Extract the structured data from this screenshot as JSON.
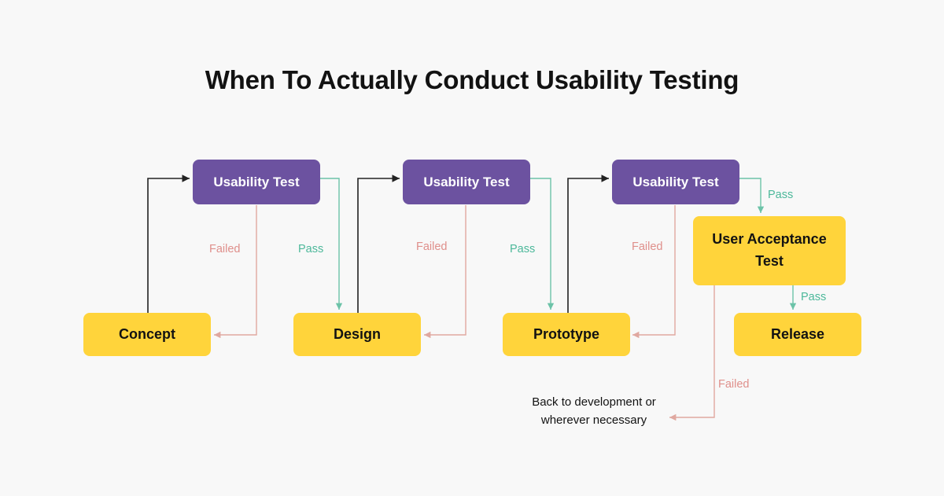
{
  "page": {
    "title": "When To Actually Conduct Usability Testing",
    "background_color": "#f8f8f8"
  },
  "colors": {
    "test_box": "#6c52a0",
    "stage_box": "#ffd43b",
    "pass": "#4cb89a",
    "failed": "#df8f8b",
    "flow_arrow": "#222222",
    "text_dark": "#121212",
    "text_light": "#ffffff"
  },
  "nodes": {
    "concept": "Concept",
    "design": "Design",
    "prototype": "Prototype",
    "release": "Release",
    "usability_test_1": "Usability Test",
    "usability_test_2": "Usability Test",
    "usability_test_3": "Usability Test",
    "user_acceptance_test": "User Acceptance Test"
  },
  "edge_labels": {
    "failed_1": "Failed",
    "pass_1": "Pass",
    "failed_2": "Failed",
    "pass_2": "Pass",
    "failed_3": "Failed",
    "pass_3": "Pass",
    "pass_4": "Pass",
    "failed_4": "Failed"
  },
  "notes": {
    "back_to_development": "Back to development or\nwherever necessary"
  },
  "chart_data": {
    "type": "diagram",
    "title": "When To Actually Conduct Usability Testing",
    "nodes": [
      {
        "id": "concept",
        "label": "Concept",
        "kind": "stage"
      },
      {
        "id": "ut1",
        "label": "Usability Test",
        "kind": "test"
      },
      {
        "id": "design",
        "label": "Design",
        "kind": "stage"
      },
      {
        "id": "ut2",
        "label": "Usability Test",
        "kind": "test"
      },
      {
        "id": "prototype",
        "label": "Prototype",
        "kind": "stage"
      },
      {
        "id": "ut3",
        "label": "Usability Test",
        "kind": "test"
      },
      {
        "id": "uat",
        "label": "User Acceptance Test",
        "kind": "stage"
      },
      {
        "id": "release",
        "label": "Release",
        "kind": "stage"
      }
    ],
    "edges": [
      {
        "from": "concept",
        "to": "ut1",
        "label": "",
        "kind": "flow"
      },
      {
        "from": "ut1",
        "to": "concept",
        "label": "Failed",
        "kind": "failed"
      },
      {
        "from": "ut1",
        "to": "design",
        "label": "Pass",
        "kind": "pass"
      },
      {
        "from": "design",
        "to": "ut2",
        "label": "",
        "kind": "flow"
      },
      {
        "from": "ut2",
        "to": "design",
        "label": "Failed",
        "kind": "failed"
      },
      {
        "from": "ut2",
        "to": "prototype",
        "label": "Pass",
        "kind": "pass"
      },
      {
        "from": "prototype",
        "to": "ut3",
        "label": "",
        "kind": "flow"
      },
      {
        "from": "ut3",
        "to": "prototype",
        "label": "Failed",
        "kind": "failed"
      },
      {
        "from": "ut3",
        "to": "uat",
        "label": "Pass",
        "kind": "pass"
      },
      {
        "from": "uat",
        "to": "release",
        "label": "Pass",
        "kind": "pass"
      },
      {
        "from": "uat",
        "to": "back-to-development",
        "label": "Failed",
        "kind": "failed"
      }
    ]
  }
}
